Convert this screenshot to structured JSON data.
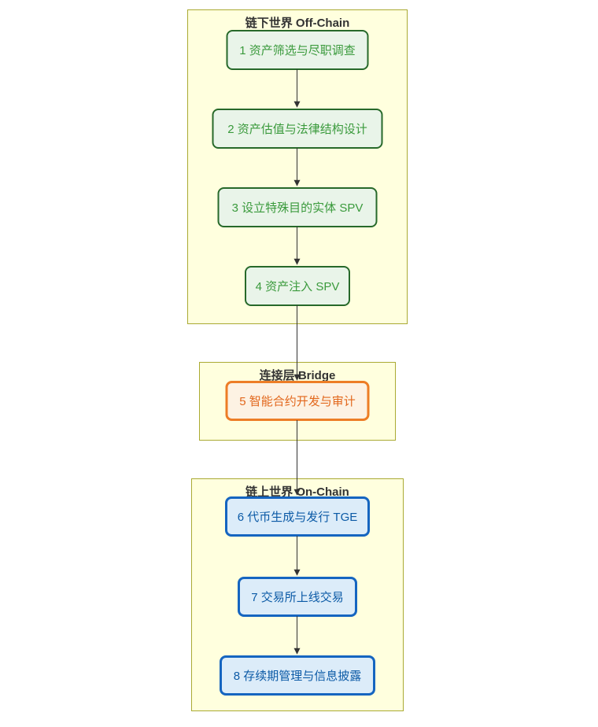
{
  "diagram": {
    "type": "flowchart",
    "direction": "top-down",
    "sections": [
      {
        "id": "off-chain",
        "title": "链下世界 Off-Chain",
        "theme": "green",
        "nodes": [
          {
            "step": "1",
            "label": "1 资产筛选与尽职调查"
          },
          {
            "step": "2",
            "label": "2 资产估值与法律结构设计"
          },
          {
            "step": "3",
            "label": "3 设立特殊目的实体 SPV"
          },
          {
            "step": "4",
            "label": "4 资产注入 SPV"
          }
        ]
      },
      {
        "id": "bridge",
        "title": "连接层 Bridge",
        "theme": "orange",
        "nodes": [
          {
            "step": "5",
            "label": "5 智能合约开发与审计"
          }
        ]
      },
      {
        "id": "on-chain",
        "title": "链上世界 On-Chain",
        "theme": "blue",
        "nodes": [
          {
            "step": "6",
            "label": "6 代币生成与发行 TGE"
          },
          {
            "step": "7",
            "label": "7 交易所上线交易"
          },
          {
            "step": "8",
            "label": "8 存续期管理与信息披露"
          }
        ]
      }
    ],
    "edges": [
      {
        "from": "1",
        "to": "2"
      },
      {
        "from": "2",
        "to": "3"
      },
      {
        "from": "3",
        "to": "4"
      },
      {
        "from": "4",
        "to": "5"
      },
      {
        "from": "5",
        "to": "6"
      },
      {
        "from": "6",
        "to": "7"
      },
      {
        "from": "7",
        "to": "8"
      }
    ],
    "colors": {
      "section_fill": "#ffffde",
      "section_border": "#aaaa33",
      "section_title_text": "#333333",
      "green_fill": "#e9f4e9",
      "green_border": "#27692a",
      "green_text": "#3a9a3c",
      "orange_fill": "#fdf2e3",
      "orange_border": "#ed7d26",
      "orange_text": "#e2671c",
      "blue_fill": "#dcecf9",
      "blue_border": "#1565c0",
      "blue_text": "#0b5aa6",
      "arrow": "#333333"
    }
  }
}
